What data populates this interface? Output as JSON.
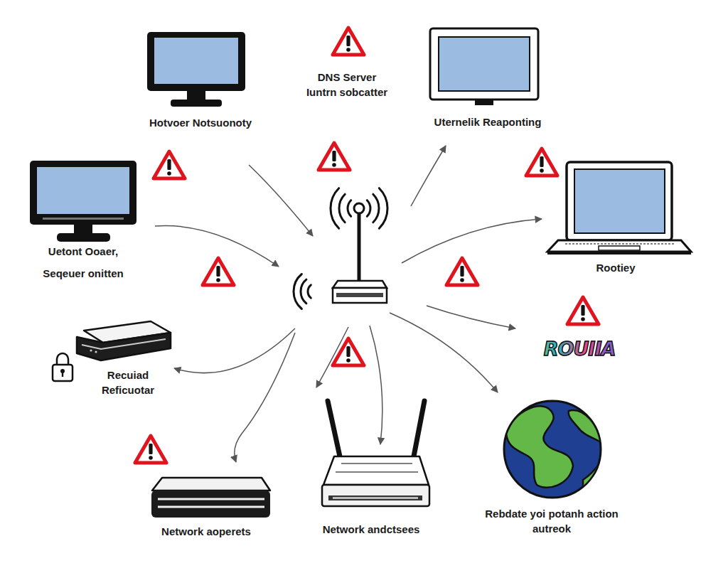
{
  "diagram": {
    "nodes": [
      {
        "text": [
          "Hotvoer Notsuonoty"
        ]
      },
      {
        "text": [
          "Uternelik Reaponting"
        ]
      },
      {
        "text": [
          "Uetont Ooaer, Seqeuer onitten"
        ]
      },
      {
        "text": [
          "Rootiey"
        ]
      },
      {
        "text": [
          "Recuiad Reficuotar"
        ]
      },
      {
        "text": [
          "Network aoperets"
        ]
      },
      {
        "text": [
          "Network andctsees"
        ]
      },
      {
        "text": [
          "Rebdate yoi potanh action autreok"
        ]
      }
    ],
    "labels": [
      "DNS Server",
      "Iuntrn sobcatter",
      "ROUIIA"
    ]
  }
}
